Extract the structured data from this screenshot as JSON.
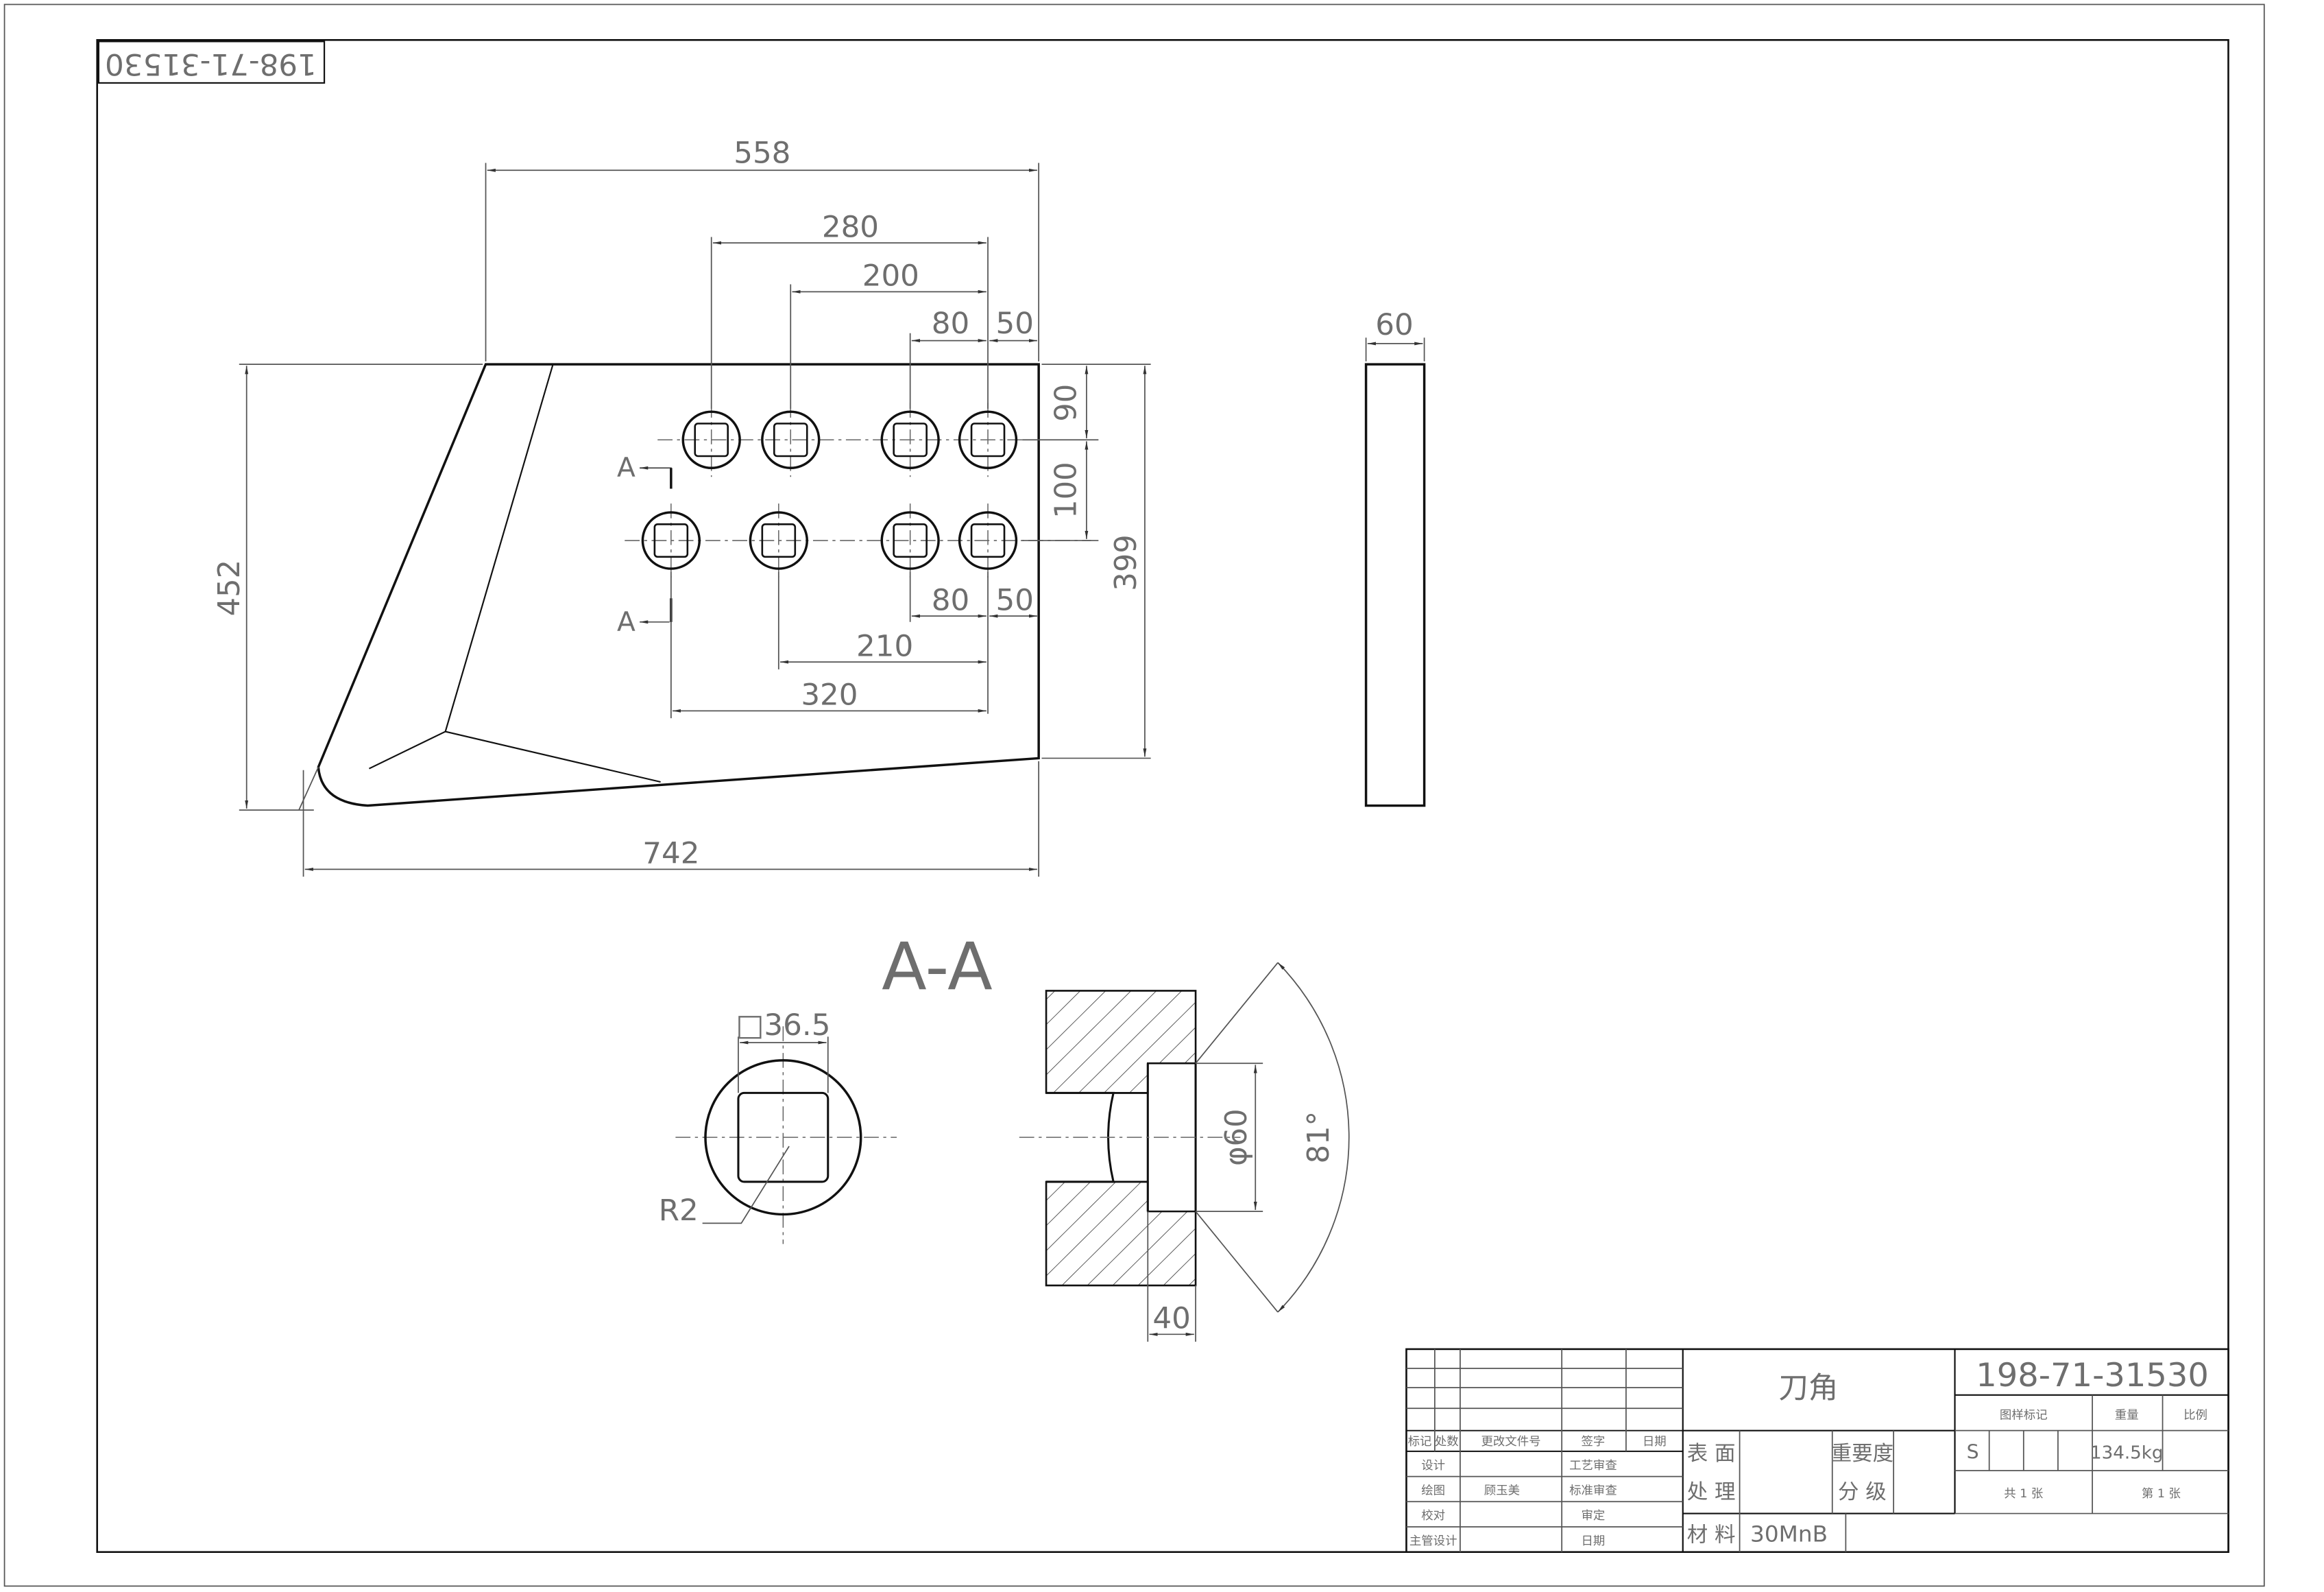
{
  "stamp": {
    "rotated_code": "198-71-31530"
  },
  "front_view": {
    "dims": {
      "overall_width": "558",
      "hole_span_top": "280",
      "hole_200": "200",
      "hole_80_top": "80",
      "hole_50_top": "50",
      "row_90": "90",
      "row_100": "100",
      "height_399": "399",
      "height_452": "452",
      "hole_80_bottom": "80",
      "hole_50_bottom": "50",
      "hole_210": "210",
      "hole_320": "320",
      "base_742": "742"
    },
    "section_marks": {
      "top": "A",
      "bottom": "A"
    }
  },
  "side_view": {
    "thickness": "60"
  },
  "section": {
    "title": "A-A",
    "square_size": "□36.5",
    "corner_radius": "R2",
    "counterbore_dia": "φ60",
    "angle": "81°",
    "depth": "40"
  },
  "title_block": {
    "part_name": "刀角",
    "drawing_no": "198-71-31530",
    "col_drawing_mark": "图样标记",
    "col_weight": "重量",
    "col_scale": "比例",
    "mark_s": "S",
    "weight_value": "134.5kg",
    "sheets_total": "共 1 张",
    "sheet_no": "第 1 张",
    "surface": "表 面",
    "treatment": "处 理",
    "importance": "重要度",
    "grade": "分 级",
    "material_label": "材 料",
    "material_value": "30MnB",
    "rev_mark": "标记",
    "rev_count": "处数",
    "rev_doc": "更改文件号",
    "rev_sign": "签字",
    "rev_date": "日期",
    "design": "设计",
    "process_review": "工艺审查",
    "drawn": "绘图",
    "drawn_by": "顾玉美",
    "std_review": "标准审查",
    "check": "校对",
    "approve": "审定",
    "chief_design": "主管设计",
    "date": "日期"
  }
}
